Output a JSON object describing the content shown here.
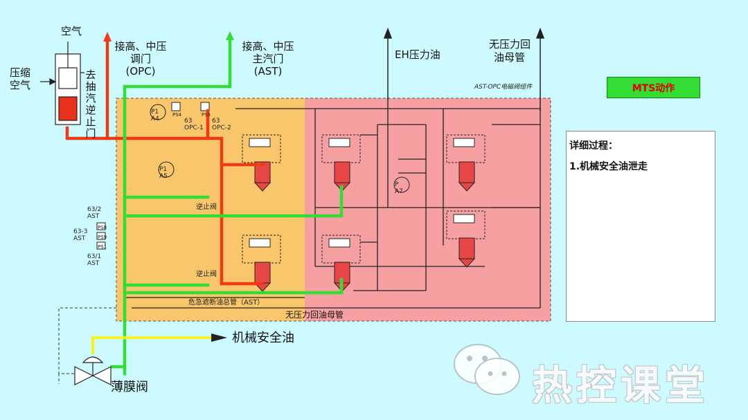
{
  "labels": {
    "air": "空气",
    "compressed_air": "压缩\n空气",
    "to_extraction_check": "去抽汽逆止门",
    "opc_line1": "接高、中压",
    "opc_line2": "调门",
    "opc_line3": "(OPC)",
    "ast_line1": "接高、中压",
    "ast_line2": "主汽门",
    "ast_line3": "(AST)",
    "eh_oil": "EH压力油",
    "no_pressure_line1": "无压力回",
    "no_pressure_line2": "油母管",
    "ast_opc_block": "AST-OPC电磁阀组件",
    "mech_safety_oil": "机械安全油",
    "diaphragm_valve": "薄膜阀",
    "check_valve_1": "逆止阀",
    "check_valve_2": "逆止阀",
    "emergency_trip": "危急遮断油总管（AST）",
    "no_pressure_bottom": "无压力回油母管",
    "ps_labels": [
      "PS4",
      "PS5"
    ],
    "opc_tags": [
      "63\nOPC-1",
      "63\nOPC-2"
    ],
    "p_gauges": [
      "P1\nA4",
      "P1\nA5",
      "P\nA7"
    ],
    "ast_tags": [
      "63/2\nAST",
      "63-3\nAST",
      "63/1\nAST"
    ],
    "ps_stack": [
      "PS8",
      "PS9",
      "PS1"
    ]
  },
  "mts": {
    "label": "MTS动作",
    "text_color": "#e00000",
    "bg_color": "#33dd33"
  },
  "details": {
    "title": "详细过程：",
    "step1": "1.机械安全油泄走"
  },
  "watermark": {
    "text": "热控课堂",
    "icon": "wechat-icon"
  },
  "colors": {
    "background": "#ccfaff",
    "orange_zone": "#f9c66c",
    "pink_zone": "#f7a0a2",
    "red_line": "#ee3a16",
    "green_line": "#33dd33",
    "yellow_line": "#f2f230"
  }
}
